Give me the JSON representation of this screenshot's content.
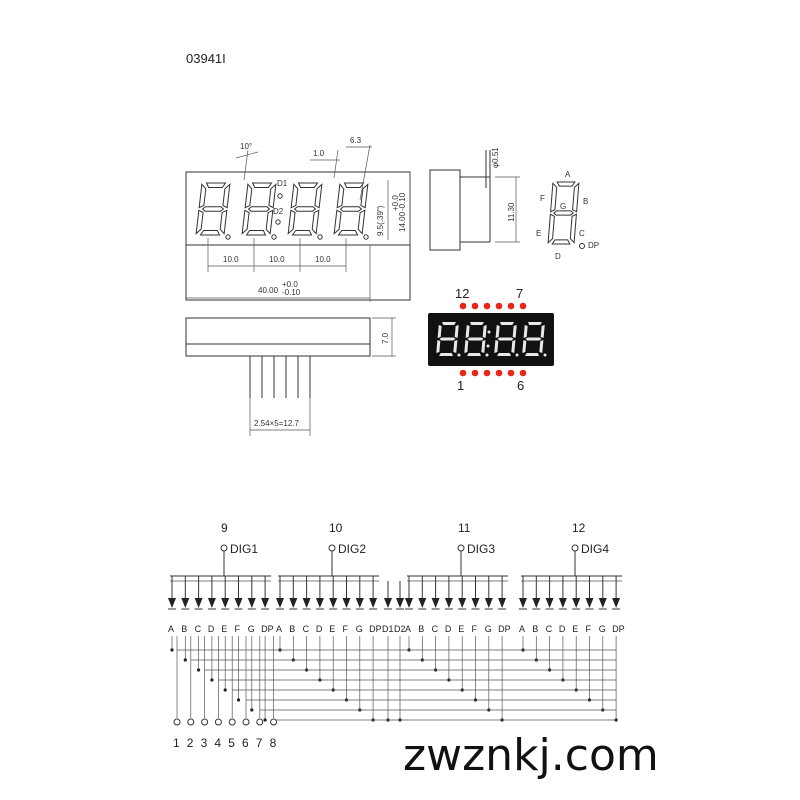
{
  "part_number": "03941I",
  "dimensions": {
    "angle": "10°",
    "seg_width": "1.0",
    "pitch_top": "6.3",
    "pin_dia": "φ0.51",
    "digit_height": "9.5(.39\")",
    "tol_plus": "+0.0",
    "tol_minus": "-0.10",
    "height": "14.00",
    "digit_pitch": "10.0",
    "width": "40.00",
    "side_height": "11.30",
    "depth": "7.0",
    "pin_pitch": "2.54×5=12.7",
    "d1": "D1",
    "d2": "D2"
  },
  "segment_labels": [
    "A",
    "B",
    "C",
    "D",
    "E",
    "F",
    "G",
    "DP"
  ],
  "photo": {
    "top_left": "12",
    "top_right": "7",
    "bottom_left": "1",
    "bottom_right": "6",
    "led_color": "#e8251b"
  },
  "schematic": {
    "digits": [
      {
        "pin": "9",
        "name": "DIG1"
      },
      {
        "pin": "10",
        "name": "DIG2"
      },
      {
        "pin": "11",
        "name": "DIG3"
      },
      {
        "pin": "12",
        "name": "DIG4"
      }
    ],
    "pins": [
      "1",
      "2",
      "3",
      "4",
      "5",
      "6",
      "7",
      "8"
    ],
    "colon_labels": [
      "D1",
      "D2"
    ]
  },
  "watermark": "zwznkj.com",
  "colors": {
    "line": "#333333",
    "led_red": "#e8251b",
    "display_body": "#111111"
  }
}
